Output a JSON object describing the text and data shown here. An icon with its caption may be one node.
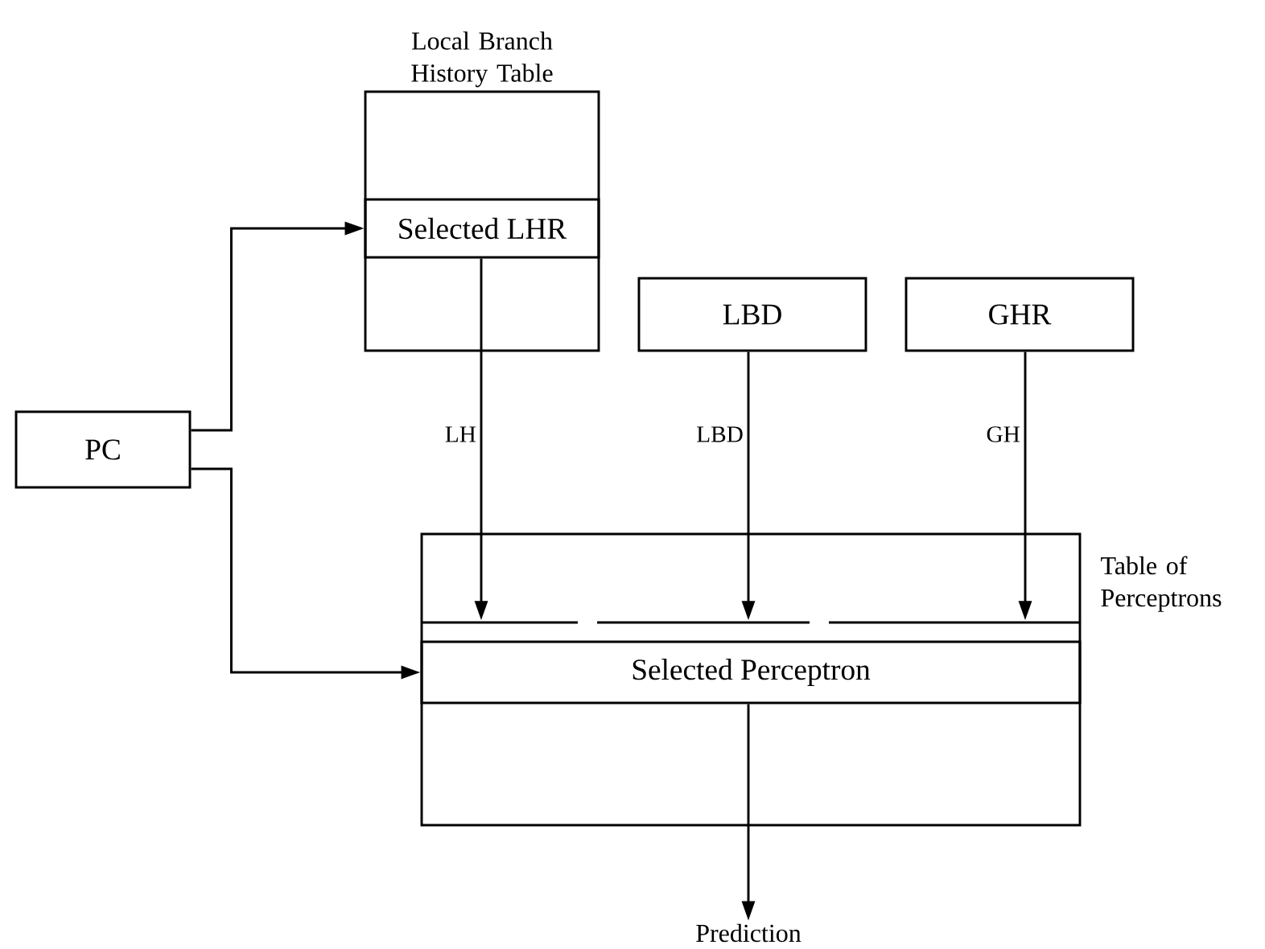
{
  "diagram": {
    "nodes": [
      {
        "text": [
          "Local Branch History Table"
        ]
      },
      {
        "text": [
          "Selected LHR"
        ],
        "in": 0
      },
      {
        "text": [
          "LBD"
        ]
      },
      {
        "text": [
          "GHR"
        ]
      },
      {
        "text": [
          "PC"
        ]
      },
      {
        "text": [
          "Table of Perceptrons"
        ]
      },
      {
        "text": [
          "Selected Perceptron"
        ],
        "in": 5
      },
      {
        "text": [
          "Prediction"
        ]
      },
      {
        "text": [],
        "shape": "bar",
        "in": 5
      },
      {
        "text": [],
        "shape": "bar",
        "in": 5
      },
      {
        "text": [],
        "shape": "bar",
        "in": 5
      }
    ],
    "edges": [
      {
        "from": 4,
        "to": 1,
        "arrow": "to"
      },
      {
        "from": 4,
        "to": 6,
        "arrow": "to"
      },
      {
        "from": 1,
        "to": 8,
        "arrow": "to",
        "label": "LH"
      },
      {
        "from": 2,
        "to": 9,
        "arrow": "to",
        "label": "LBD"
      },
      {
        "from": 3,
        "to": 10,
        "arrow": "to",
        "label": "GH"
      },
      {
        "from": 6,
        "to": 7,
        "arrow": "to"
      }
    ]
  }
}
